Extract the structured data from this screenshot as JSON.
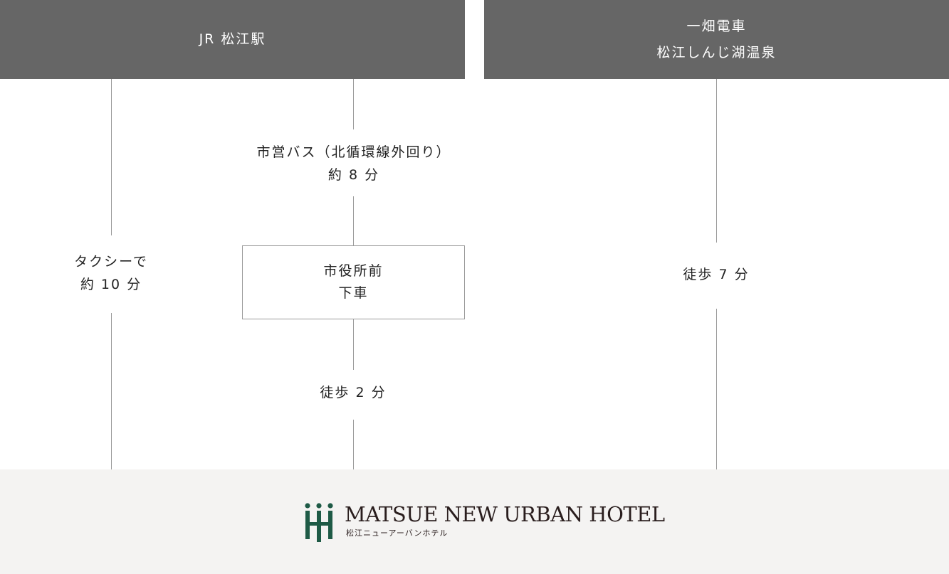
{
  "headers": {
    "left": {
      "line1": "JR 松江駅"
    },
    "right": {
      "line1": "一畑電車",
      "line2": "松江しんじ湖温泉"
    }
  },
  "routes": {
    "taxi": {
      "line1": "タクシーで",
      "line2": "約 10 分"
    },
    "bus": {
      "line1": "市営バス（北循環線外回り）",
      "line2": "約 8 分"
    },
    "stop": {
      "line1": "市役所前",
      "line2": "下車"
    },
    "walk_from_stop": {
      "line1": "徒歩 2 分"
    },
    "walk_from_onsen": {
      "line1": "徒歩 7 分"
    }
  },
  "logo": {
    "title": "MATSUE NEW URBAN HOTEL",
    "subtitle": "松江ニューアーバンホテル",
    "icon": "hotel-logo-mark",
    "color": "#1e5a46"
  }
}
